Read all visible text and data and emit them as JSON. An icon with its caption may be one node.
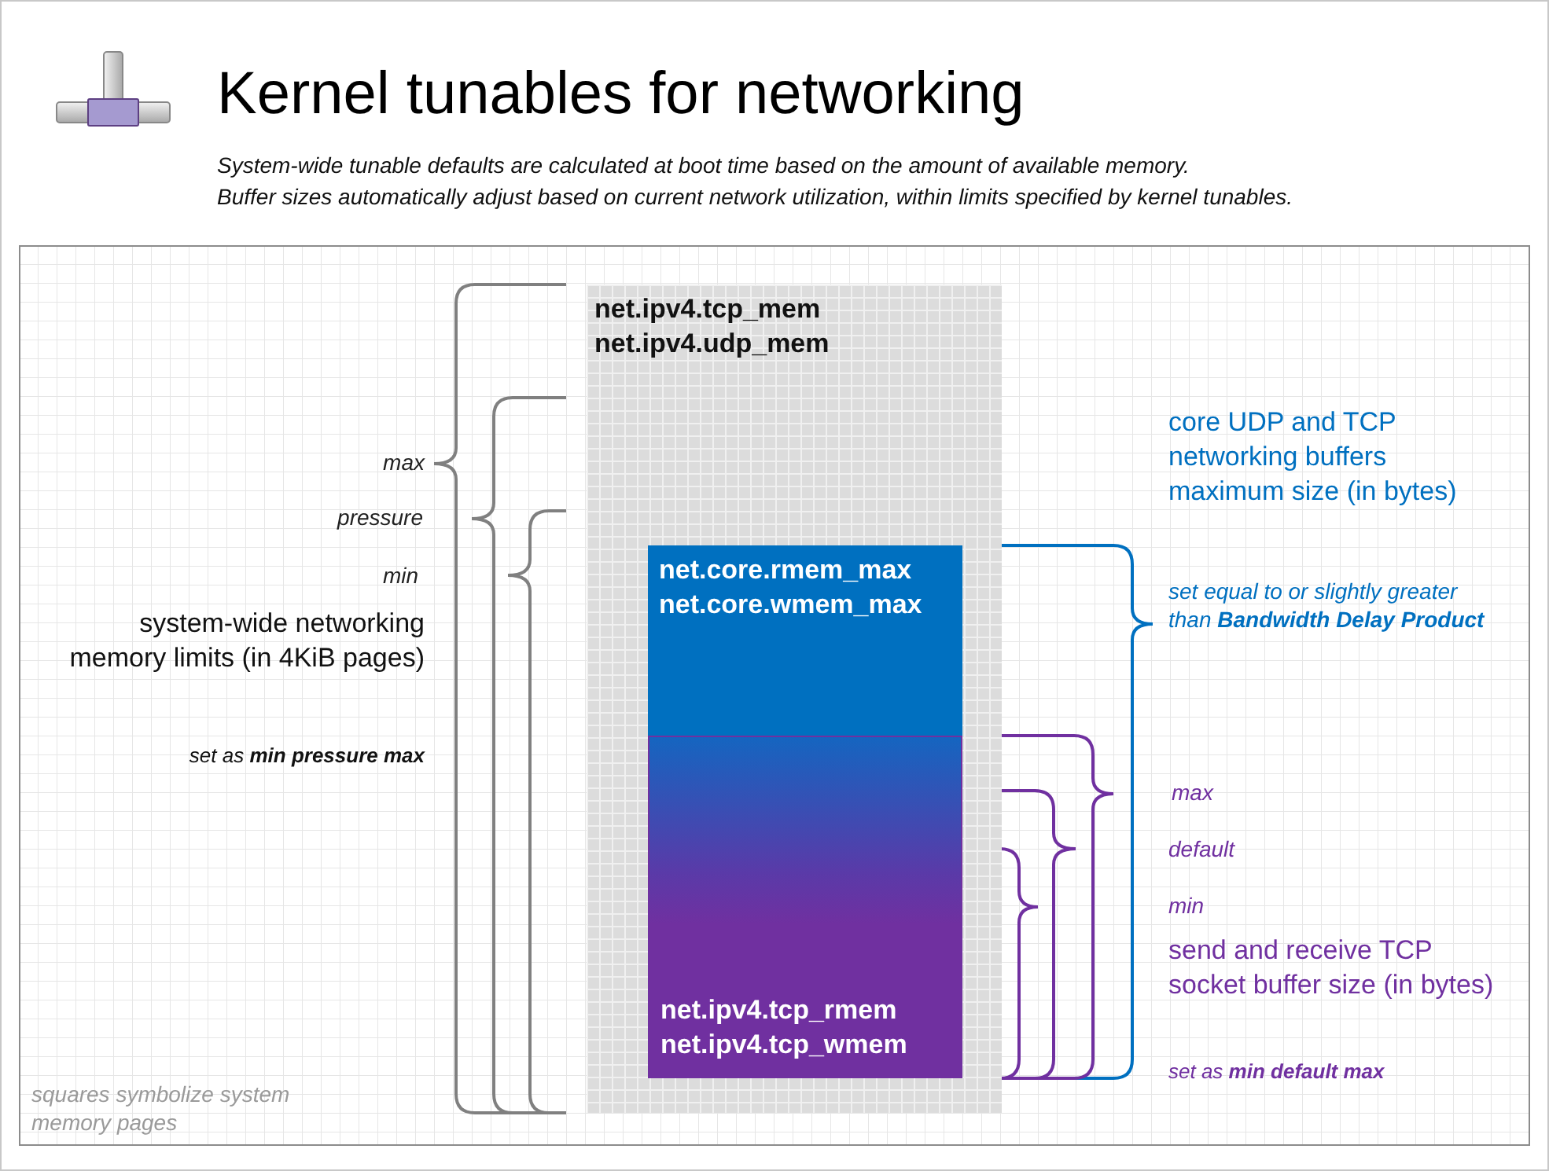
{
  "diagram": {
    "title": "Kernel tunables for networking",
    "nodes": [
      {
        "text": [
          "net.ipv4.tcp_mem net.ipv4.udp_mem"
        ]
      },
      {
        "text": [
          "net.core.rmem_max net.core.wmem_max"
        ],
        "in": 0
      },
      {
        "text": [
          "net.ipv4.tcp_rmem net.ipv4.tcp_wmem"
        ],
        "in": 1
      }
    ],
    "labels": [
      "System-wide tunable defaults are calculated at boot time based on the amount of available memory.",
      "Buffer sizes automatically adjust based on current network utilization, within limits specified by kernel tunables.",
      "max",
      "pressure",
      "min",
      "system-wide networking memory limits (in 4KiB pages)",
      "set as **min pressure max**",
      "core UDP and TCP networking buffers maximum size (in bytes)",
      "set equal to or slightly greater than **Bandwidth Delay Product**",
      "max",
      "default",
      "min",
      "send and receive TCP socket buffer size (in bytes)",
      "set as **min default max**",
      "squares symbolize system memory pages"
    ]
  }
}
